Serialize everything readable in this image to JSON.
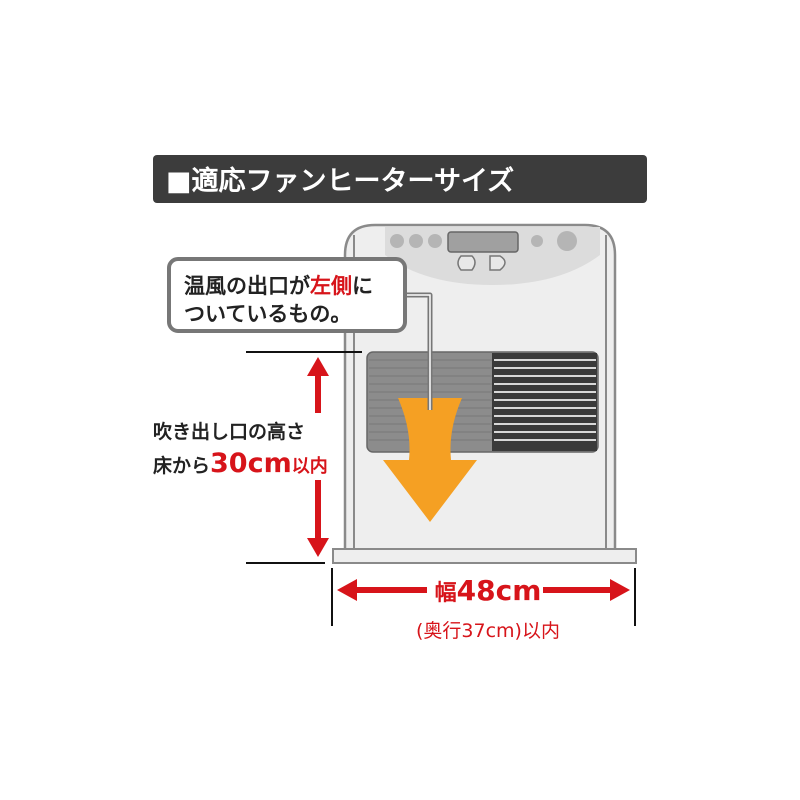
{
  "header": {
    "title": "■適応ファンヒーターサイズ"
  },
  "callout": {
    "line1_a": "温風の出口が",
    "line1_highlight": "左側",
    "line1_b": "に",
    "line2": "ついているもの。"
  },
  "height_label": {
    "line1": "吹き出し口の高さ",
    "line2_a": "床から",
    "line2_value": "30cm",
    "line2_b": "以内"
  },
  "width_label": {
    "prefix": "幅",
    "value": "48cm",
    "depth": "(奥行37cm)以内"
  },
  "colors": {
    "header_bg": "#3c3c3c",
    "accent_red": "#d7141a",
    "arrow_orange": "#f5a023"
  }
}
